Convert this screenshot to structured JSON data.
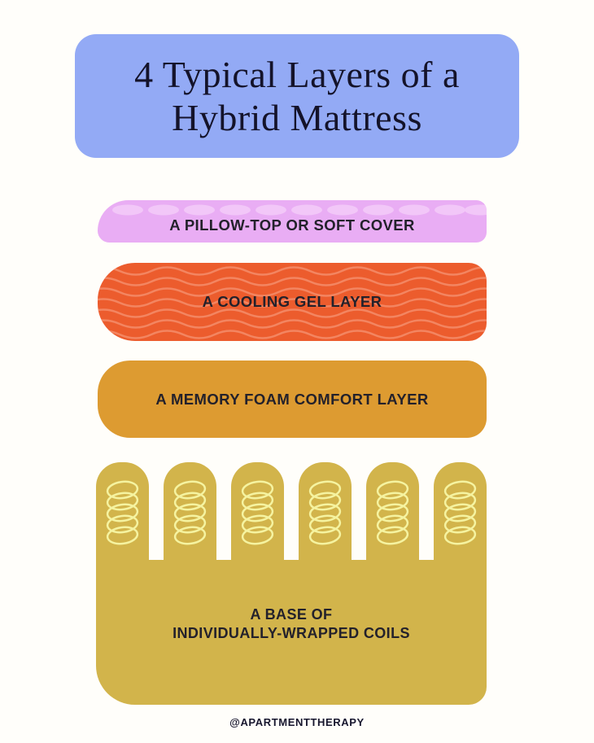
{
  "page": {
    "background_color": "#fffefa"
  },
  "header": {
    "title_line1": "4 Typical Layers of a",
    "title_line2": "Hybrid Mattress",
    "background_color": "#93aaf5",
    "text_color": "#14132a"
  },
  "layers": [
    {
      "id": "pillow-top",
      "label": "A PILLOW-TOP OR SOFT COVER",
      "color": "#e9adf4",
      "pattern": "dots",
      "pattern_color": "#f2c7f8"
    },
    {
      "id": "cooling-gel",
      "label": "A COOLING GEL LAYER",
      "color": "#ec5c2d",
      "pattern": "waves",
      "pattern_color": "#f5906e"
    },
    {
      "id": "memory-foam",
      "label": "A MEMORY FOAM COMFORT LAYER",
      "color": "#dd9b31",
      "pattern": "none"
    },
    {
      "id": "coil-base",
      "label_line1": "A BASE OF",
      "label_line2": "INDIVIDUALLY-WRAPPED COILS",
      "color": "#d2b44b",
      "pattern": "coil-springs",
      "pattern_color": "#f5f3a0",
      "coil_count": 6
    }
  ],
  "footer": {
    "handle": "@APARTMENTTHERAPY"
  }
}
